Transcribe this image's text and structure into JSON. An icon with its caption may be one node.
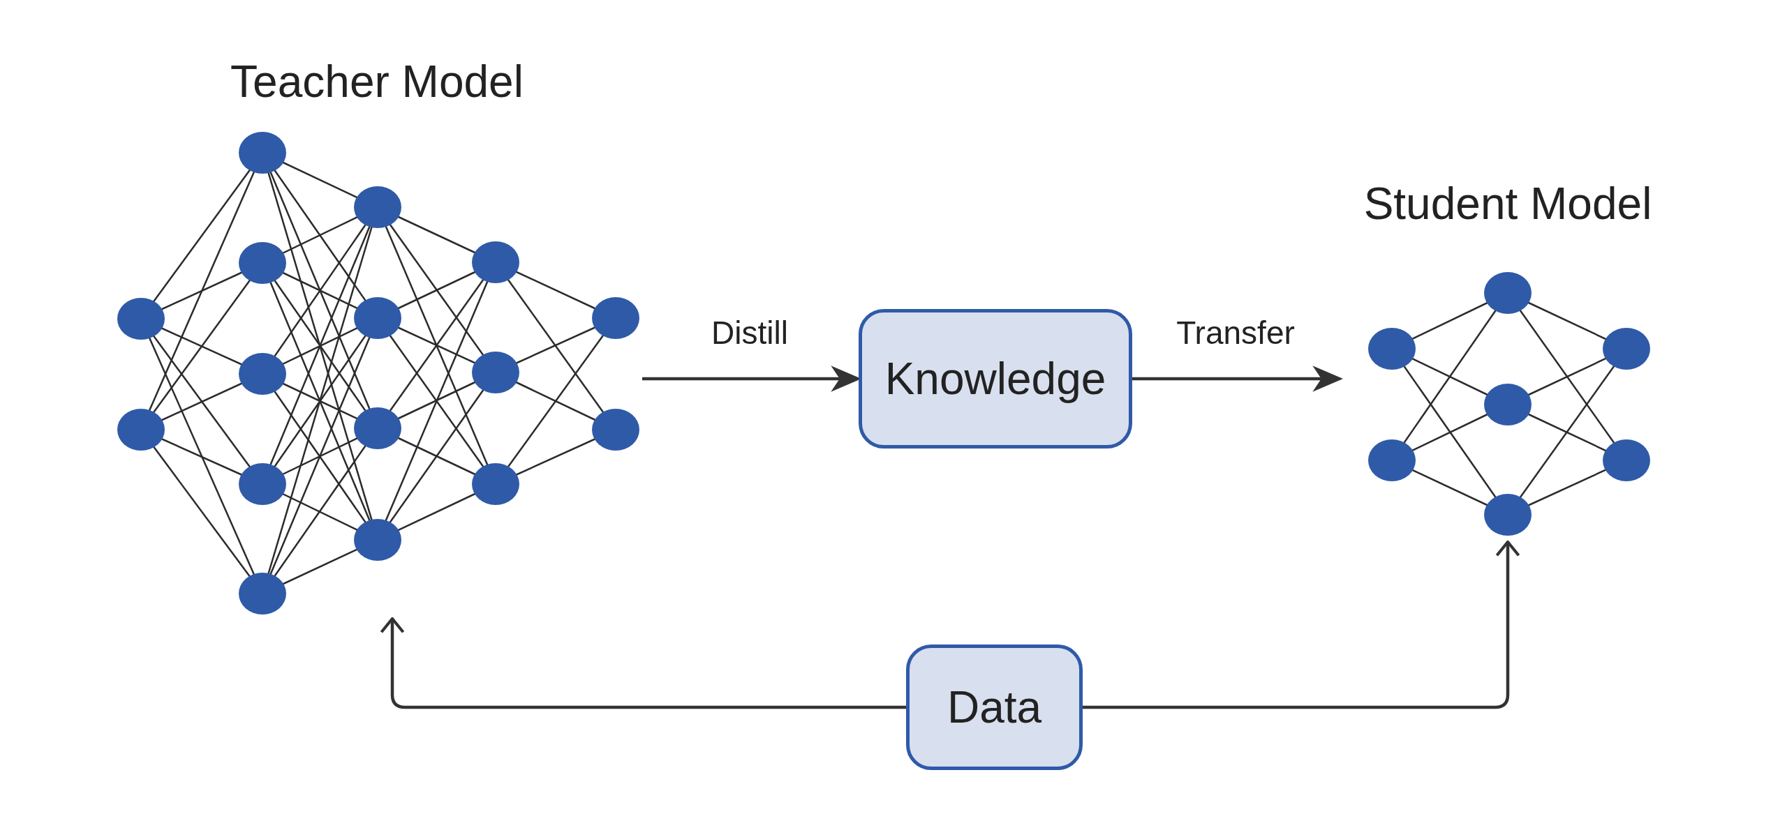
{
  "diagram": {
    "nodes": [
      {
        "text": [
          "Teacher Model"
        ]
      },
      {
        "text": [
          "Knowledge"
        ]
      },
      {
        "text": [
          "Student Model"
        ]
      },
      {
        "text": [
          "Data"
        ]
      }
    ],
    "edges": [
      {
        "from": 0,
        "to": 1,
        "arrow": "to",
        "label": "Distill"
      },
      {
        "from": 1,
        "to": 2,
        "arrow": "to",
        "label": "Transfer"
      },
      {
        "from": 3,
        "to": 0,
        "arrow": "to"
      },
      {
        "from": 3,
        "to": 2,
        "arrow": "to"
      }
    ]
  }
}
